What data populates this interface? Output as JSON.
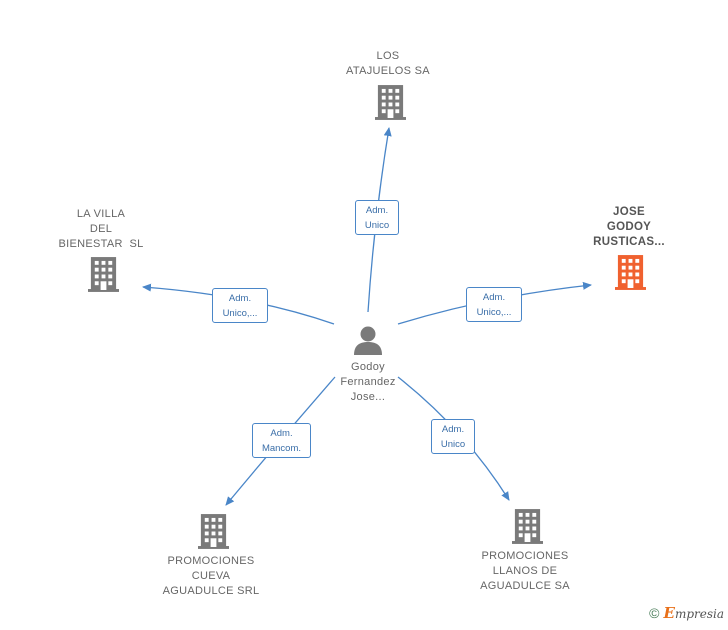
{
  "colors": {
    "edge": "#4a86c8",
    "building": "#7a7a7a",
    "building_highlight": "#f0612f",
    "person": "#7a7a7a"
  },
  "center": {
    "icon": "person-icon",
    "label": [
      "Godoy",
      "Fernandez",
      "Jose..."
    ]
  },
  "nodes": [
    {
      "id": "los-atajuelos",
      "icon": "building-icon",
      "highlight": false,
      "label": [
        "LOS",
        "ATAJUELOS SA"
      ]
    },
    {
      "id": "la-villa",
      "icon": "building-icon",
      "highlight": false,
      "label": [
        "LA VILLA",
        "DEL",
        "BIENESTAR  SL"
      ]
    },
    {
      "id": "jose-godoy",
      "icon": "building-icon",
      "highlight": true,
      "label": [
        "JOSE",
        "GODOY",
        "RUSTICAS..."
      ]
    },
    {
      "id": "promociones-cueva",
      "icon": "building-icon",
      "highlight": false,
      "label": [
        "PROMOCIONES",
        "CUEVA",
        "AGUADULCE SRL"
      ]
    },
    {
      "id": "promociones-llanos",
      "icon": "building-icon",
      "highlight": false,
      "label": [
        "PROMOCIONES",
        "LLANOS DE",
        "AGUADULCE SA"
      ]
    }
  ],
  "edges": [
    {
      "to": "los-atajuelos",
      "label": [
        "Adm.",
        "Unico"
      ]
    },
    {
      "to": "la-villa",
      "label": [
        "Adm.",
        "Unico,..."
      ]
    },
    {
      "to": "jose-godoy",
      "label": [
        "Adm.",
        "Unico,..."
      ]
    },
    {
      "to": "promociones-cueva",
      "label": [
        "Adm.",
        "Mancom."
      ]
    },
    {
      "to": "promociones-llanos",
      "label": [
        "Adm.",
        "Unico"
      ]
    }
  ],
  "footer": {
    "copyright": "©",
    "brand_initial": "E",
    "brand_rest": "mpresia"
  }
}
